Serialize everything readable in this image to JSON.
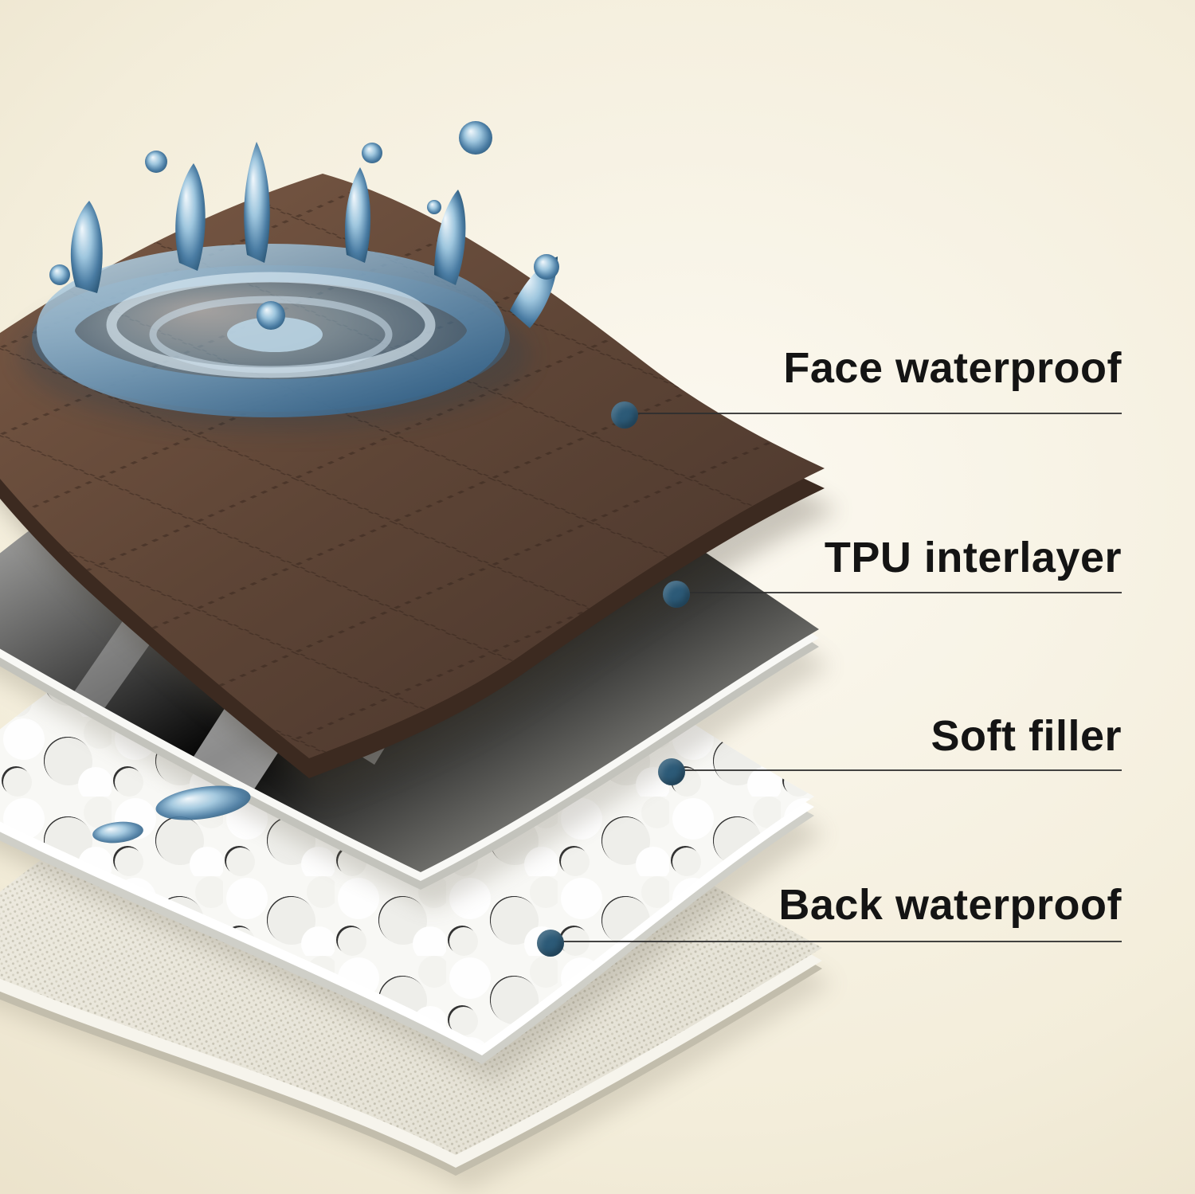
{
  "callouts": [
    {
      "label": "Face waterproof"
    },
    {
      "label": "TPU interlayer"
    },
    {
      "label": "Soft filler"
    },
    {
      "label": "Back waterproof"
    }
  ],
  "colors": {
    "accent_dot": "#2c5a77",
    "callout_line": "#2f2f2f",
    "label_text": "#141414",
    "bg_center": "#fcf9f1",
    "bg_edge": "#e5dabf",
    "face_layer_brown": "#5f4636",
    "tpu_layer": "#efefeb",
    "soft_filler": "#f8f8f6",
    "back_layer": "#e9e5d8",
    "water_blue": "#4a7ca3"
  }
}
